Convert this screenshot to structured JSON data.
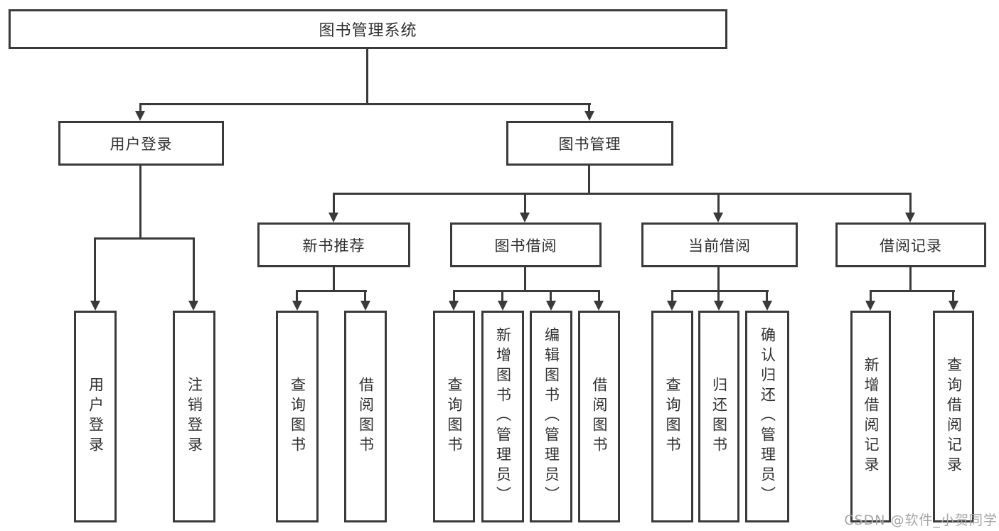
{
  "diagram": {
    "tree": {
      "label": "图书管理系统",
      "children": [
        {
          "label": "用户登录",
          "children": [
            {
              "label": "用户登录"
            },
            {
              "label": "注销登录"
            }
          ]
        },
        {
          "label": "图书管理",
          "children": [
            {
              "label": "新书推荐",
              "children": [
                {
                  "label": "查询图书"
                },
                {
                  "label": "借阅图书"
                }
              ]
            },
            {
              "label": "图书借阅",
              "children": [
                {
                  "label": "查询图书"
                },
                {
                  "label": "新增图书（管理员）"
                },
                {
                  "label": "编辑图书（管理员）"
                },
                {
                  "label": "借阅图书"
                }
              ]
            },
            {
              "label": "当前借阅",
              "children": [
                {
                  "label": "查询图书"
                },
                {
                  "label": "归还图书"
                },
                {
                  "label": "确认归还（管理员）"
                }
              ]
            },
            {
              "label": "借阅记录",
              "children": [
                {
                  "label": "新增借阅记录"
                },
                {
                  "label": "查询借阅记录"
                }
              ]
            }
          ]
        }
      ]
    },
    "watermark": "CSDN @软件_小贺同学",
    "colors": {
      "line": "#3a3a3a",
      "text": "#303030",
      "background": "#ffffff",
      "watermark": "#a6a6a6"
    }
  }
}
